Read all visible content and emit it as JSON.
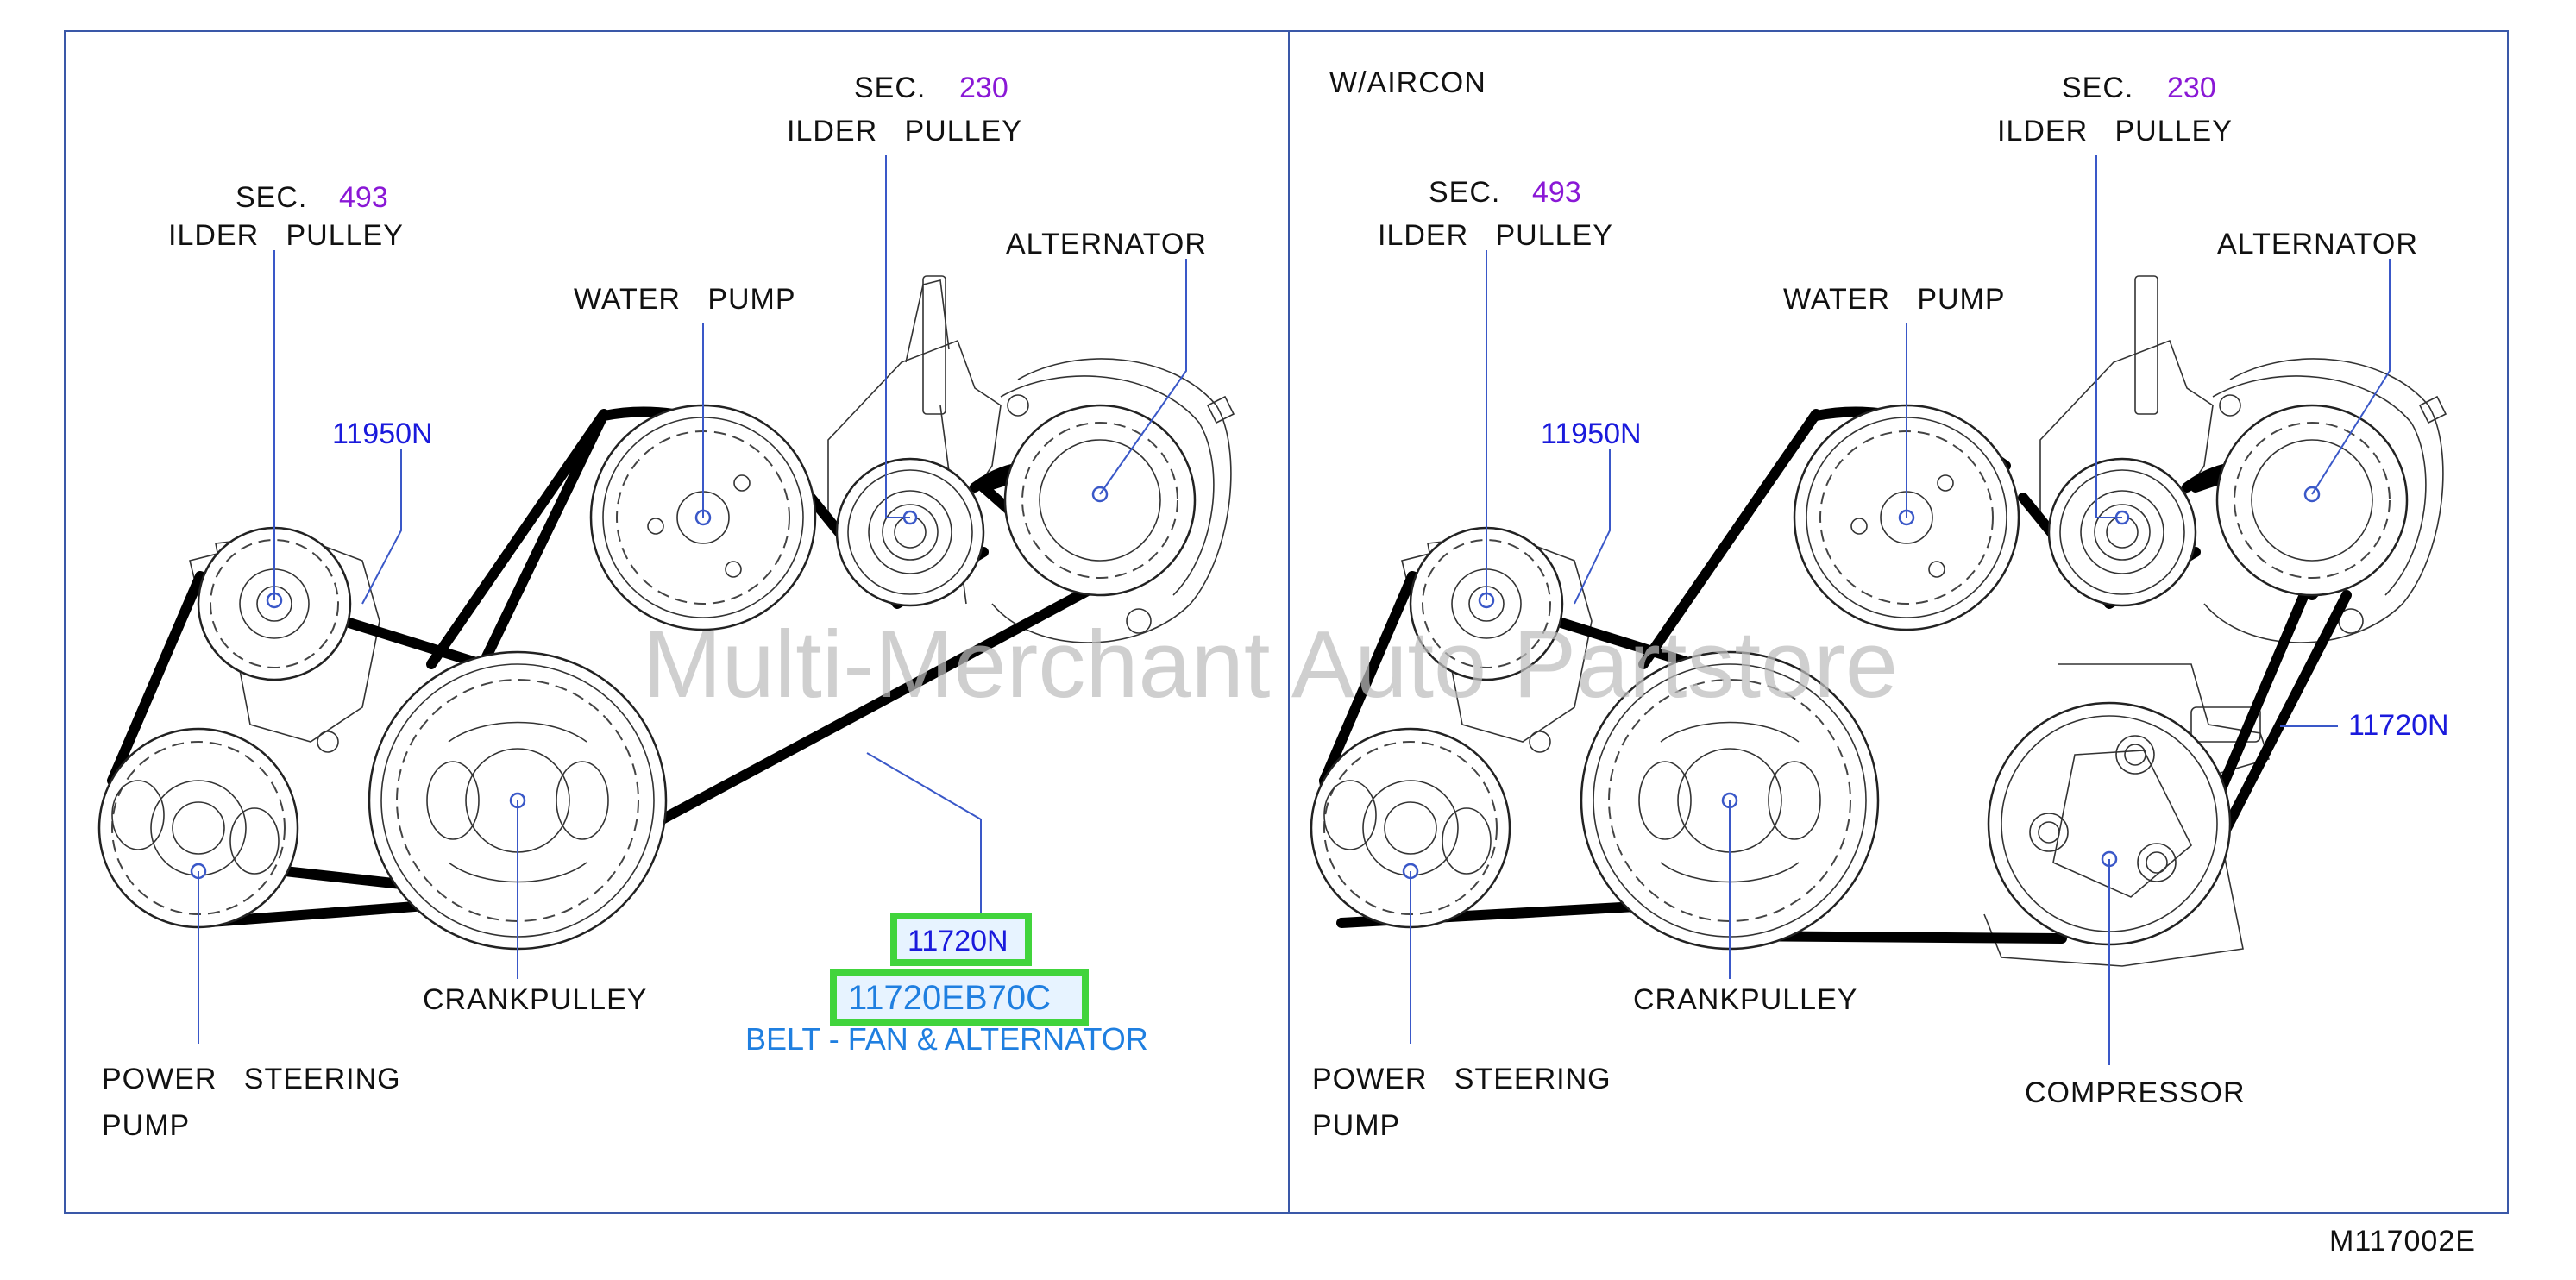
{
  "left_panel": {
    "sec_label": "SEC.",
    "sec_230": "230",
    "ilder_pulley_top": "ILDER   PULLEY",
    "sec_493": "493",
    "ilder_pulley_left": "ILDER   PULLEY",
    "water_pump": "WATER   PUMP",
    "alternator": "ALTERNATOR",
    "part_11950n": "11950N",
    "crankpulley": "CRANKPULLEY",
    "power_steering": "POWER   STEERING",
    "pump": "PUMP",
    "part_11720n": "11720N",
    "part_11720eb70c": "11720EB70C",
    "belt_desc": "BELT - FAN & ALTERNATOR"
  },
  "right_panel": {
    "variant": "W/AIRCON",
    "sec_label": "SEC.",
    "sec_230": "230",
    "ilder_pulley_top": "ILDER   PULLEY",
    "sec_493": "493",
    "ilder_pulley_left": "ILDER   PULLEY",
    "water_pump": "WATER   PUMP",
    "alternator": "ALTERNATOR",
    "part_11950n": "11950N",
    "part_11720n": "11720N",
    "crankpulley": "CRANKPULLEY",
    "power_steering": "POWER   STEERING",
    "pump": "PUMP",
    "compressor": "COMPRESSOR"
  },
  "watermark": "Multi-Merchant Auto Partstore",
  "figure_code": "M117002E",
  "colors": {
    "frame": "#3a58a8",
    "part_number": "#1a1adc",
    "section_number": "#8a18d6",
    "highlight_border": "#41d43c",
    "belt_description": "#1f7fe0"
  }
}
